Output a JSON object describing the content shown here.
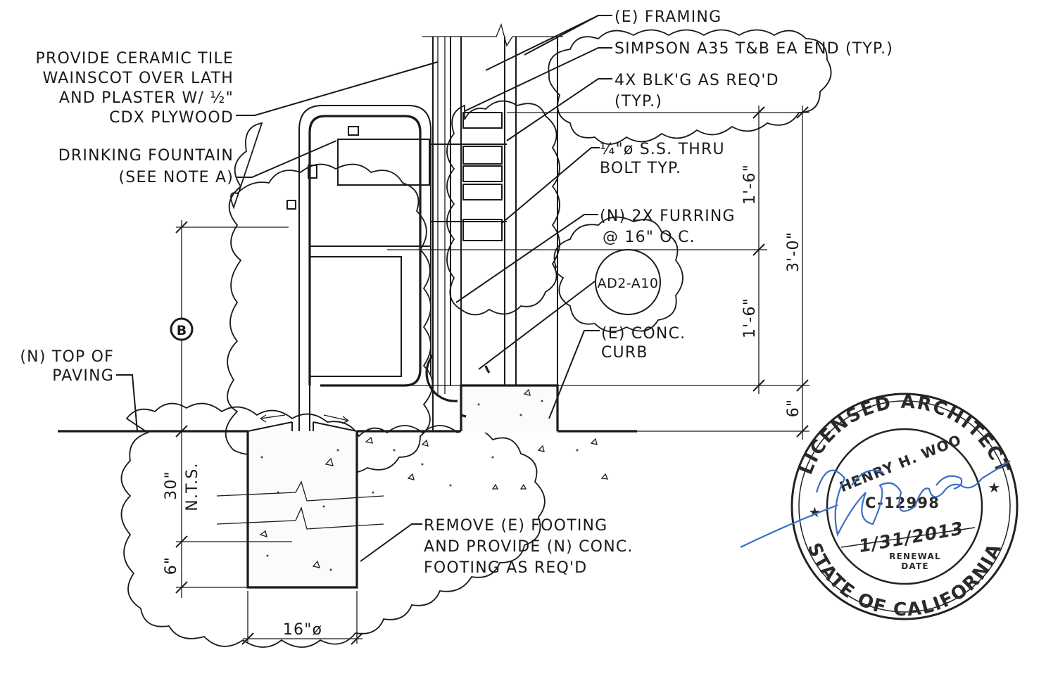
{
  "notes": {
    "framing": "(E) FRAMING",
    "simpson": "SIMPSON A35 T&B EA END (TYP.)",
    "blocking_1": "4X BLK'G AS REQ'D",
    "blocking_2": "(TYP.)",
    "wainscot_1": "PROVIDE CERAMIC TILE",
    "wainscot_2": "WAINSCOT OVER LATH",
    "wainscot_3": "AND PLASTER W/ ½\"",
    "wainscot_4": "CDX PLYWOOD",
    "fountain_1": "DRINKING FOUNTAIN",
    "fountain_2": "(SEE NOTE A)",
    "bolt_1": "¼\"ø S.S. THRU",
    "bolt_2": "BOLT TYP.",
    "furring_1": "(N) 2X FURRING",
    "furring_2": "@ 16\" O.C.",
    "curb_1": "(E) CONC.",
    "curb_2": "CURB",
    "paving_1": "(N) TOP OF",
    "paving_2": "PAVING",
    "footing_1": "REMOVE (E) FOOTING",
    "footing_2": "AND PROVIDE (N) CONC.",
    "footing_3": "FOOTING AS REQ'D"
  },
  "references": {
    "detail_tag": "AD2-A10",
    "grid_bubble": "B"
  },
  "dimensions": {
    "upper": "1'-6\"",
    "middle": "1'-6\"",
    "overall": "3'-0\"",
    "curb": "6\"",
    "embed": "30\"",
    "nts": "N.T.S.",
    "footing_depth": "6\"",
    "footing_dia": "16\"ø"
  },
  "stamp": {
    "arc_top": "LICENSED ARCHITECT",
    "name": "HENRY H. WOO",
    "license_no": "C-12998",
    "renewal_date": "1/31/2013",
    "renewal_label_1": "RENEWAL",
    "renewal_label_2": "DATE",
    "arc_bottom": "STATE OF CALIFORNIA",
    "star": "★",
    "ink_color": "#3b6fc4"
  }
}
